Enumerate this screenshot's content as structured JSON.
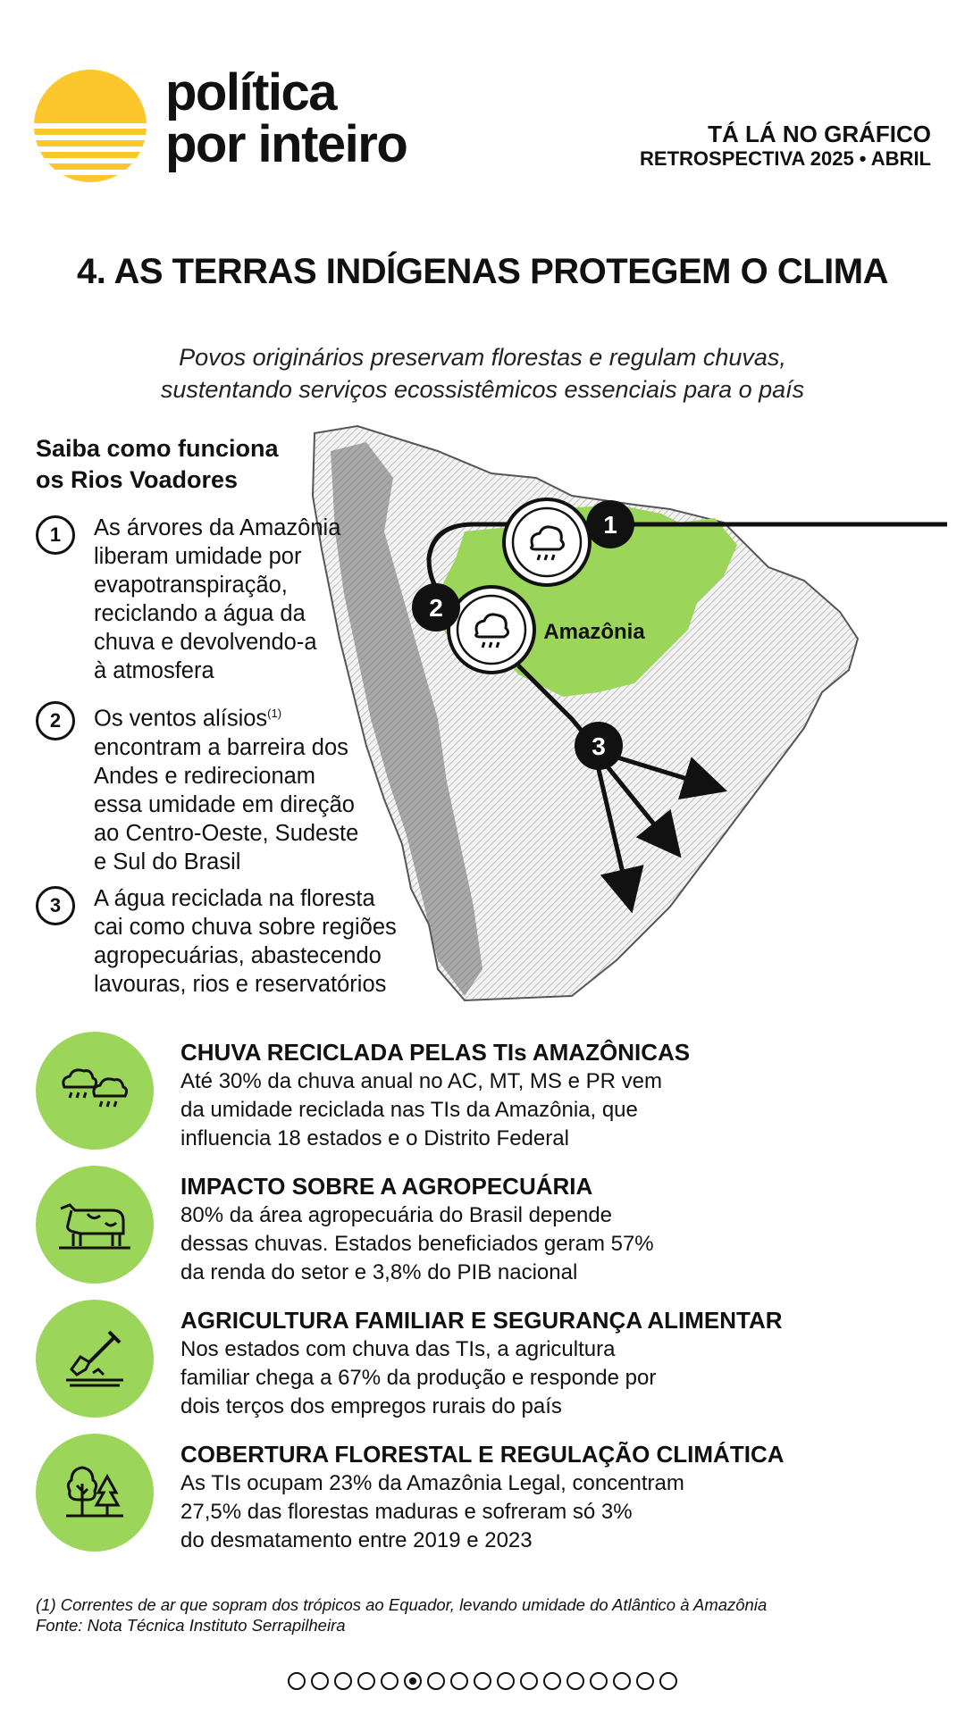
{
  "brand": {
    "line1": "política",
    "line2": "por inteiro",
    "accent_color": "#fcc72d"
  },
  "header": {
    "series": "TÁ LÁ NO GRÁFICO",
    "edition": "RETROSPECTIVA 2025 • ABRIL"
  },
  "section_title": "4. AS TERRAS INDÍGENAS PROTEGEM O CLIMA",
  "subtitle": {
    "line1": "Povos originários preservam florestas e regulam chuvas,",
    "line2": "sustentando serviços ecossistêmicos essenciais para o país"
  },
  "how_it_works": {
    "title_line1": "Saiba como funciona",
    "title_line2": "os Rios Voadores",
    "steps": [
      {
        "number": "1",
        "lines": [
          "As árvores da Amazônia",
          "liberam umidade por",
          "evapotranspiração,",
          "reciclando a água da",
          "chuva e devolvendo-a",
          "à atmosfera"
        ]
      },
      {
        "number": "2",
        "line1_text": "Os ventos alísios",
        "line1_sup": "(1)",
        "lines": [
          "encontram a barreira dos",
          "Andes e redirecionam",
          "essa umidade em direção",
          "ao Centro-Oeste, Sudeste",
          "e Sul do Brasil"
        ]
      },
      {
        "number": "3",
        "lines": [
          "A água reciclada na floresta",
          "cai como chuva sobre regiões",
          "agropecuárias, abastecendo",
          "lavouras, rios e reservatórios"
        ]
      }
    ]
  },
  "map": {
    "region_label": "Amazônia",
    "markers": [
      "1",
      "2",
      "3"
    ],
    "amazon_color": "#9bd55a"
  },
  "facts": [
    {
      "icon": "rain-clouds-icon",
      "title": "CHUVA RECICLADA PELAS TIs AMAZÔNICAS",
      "lines": [
        "Até 30% da chuva anual no AC, MT, MS e PR vem",
        "da umidade reciclada nas TIs da Amazônia, que",
        "influencia 18 estados e o Distrito Federal"
      ]
    },
    {
      "icon": "cow-icon",
      "title": "IMPACTO SOBRE A AGROPECUÁRIA",
      "lines": [
        "80% da área agropecuária do Brasil depende",
        "dessas chuvas. Estados beneficiados geram 57%",
        "da renda do setor e 3,8% do PIB nacional"
      ]
    },
    {
      "icon": "shovel-icon",
      "title": "AGRICULTURA FAMILIAR E SEGURANÇA ALIMENTAR",
      "lines": [
        "Nos estados com chuva das TIs, a agricultura",
        "familiar chega a 67% da produção e responde por",
        "dois terços dos empregos rurais do país"
      ]
    },
    {
      "icon": "trees-icon",
      "title": "COBERTURA FLORESTAL E REGULAÇÃO CLIMÁTICA",
      "lines": [
        "As TIs ocupam 23% da Amazônia Legal, concentram",
        "27,5% das florestas maduras e sofreram só 3%",
        "do desmatamento entre 2019 e 2023"
      ]
    }
  ],
  "footnotes": {
    "note": "(1) Correntes de ar que sopram dos trópicos ao Equador, levando umidade do Atlântico à Amazônia",
    "source": "Fonte: Nota Técnica Instituto Serrapilheira"
  },
  "pager": {
    "total_pages": 17,
    "current_page": 6
  }
}
